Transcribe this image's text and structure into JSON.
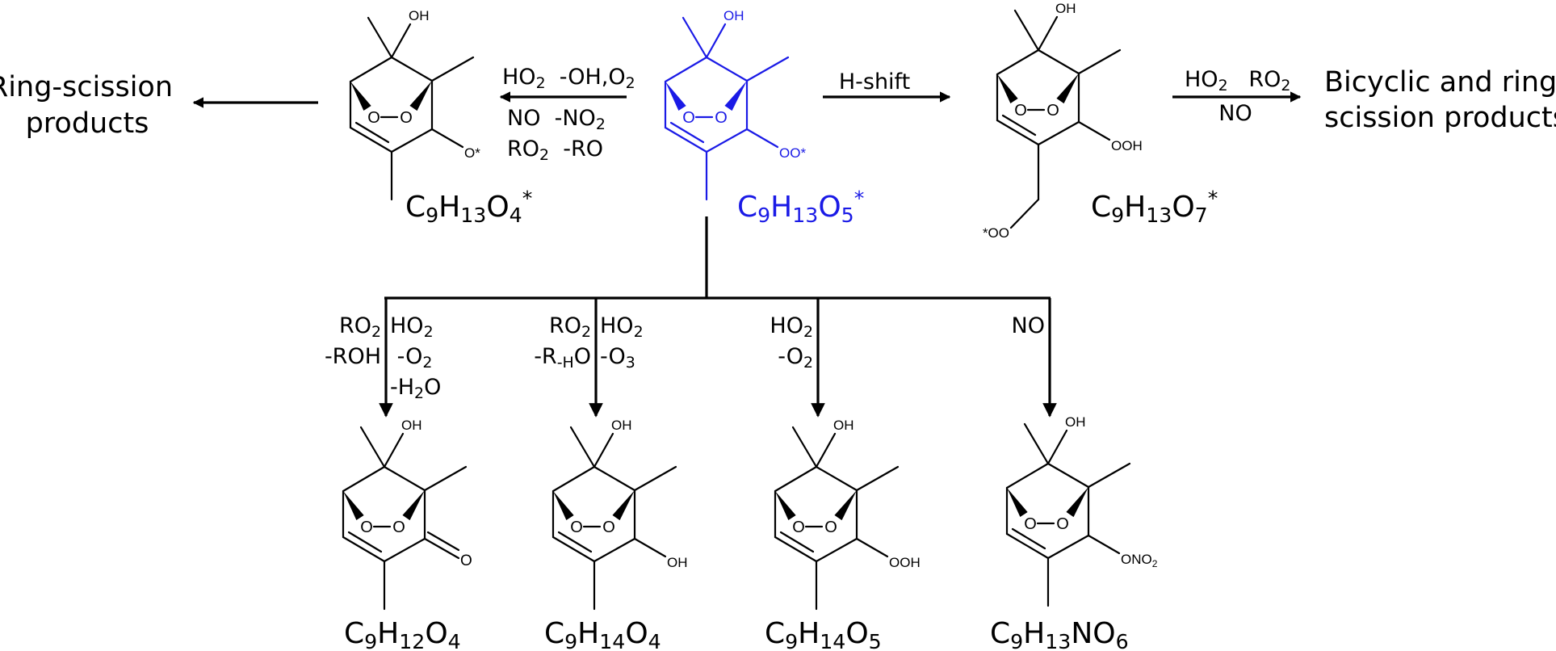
{
  "colors": {
    "ink": "#000000",
    "highlight": "#1a1ae6",
    "background": "#ffffff"
  },
  "left_product": {
    "line1": "Ring-scission",
    "line2": "products"
  },
  "right_product": {
    "line1": "Bicyclic and ring-",
    "line2": "scission products"
  },
  "reactions": {
    "to_alkoxy": {
      "direction": "left",
      "lines": [
        [
          {
            "t": "HO"
          },
          {
            "t": "2",
            "sub": true
          },
          {
            "t": "  -OH,O"
          },
          {
            "t": "2",
            "sub": true
          }
        ],
        [
          {
            "t": "NO  -NO"
          },
          {
            "t": "2",
            "sub": true
          }
        ],
        [
          {
            "t": "RO"
          },
          {
            "t": "2",
            "sub": true
          },
          {
            "t": "  -RO"
          }
        ]
      ]
    },
    "alkoxy_to_scission": {
      "direction": "left"
    },
    "h_shift": {
      "direction": "right",
      "label": "H-shift"
    },
    "to_bicyclic": {
      "direction": "right",
      "above": [
        {
          "t": "HO"
        },
        {
          "t": "2",
          "sub": true
        },
        {
          "t": "   RO"
        },
        {
          "t": "2",
          "sub": true
        }
      ],
      "below": [
        {
          "t": "NO"
        }
      ]
    }
  },
  "molecules": {
    "alkoxy": {
      "name": "C9H13O4*",
      "formula": [
        {
          "t": "C"
        },
        {
          "t": "9",
          "sub": true
        },
        {
          "t": "H"
        },
        {
          "t": "13",
          "sub": true
        },
        {
          "t": "O"
        },
        {
          "t": "4",
          "sub": true
        },
        {
          "t": "*",
          "sup": true
        }
      ],
      "labels": {
        "oh": "OH",
        "o_left": "O",
        "o_right": "O",
        "substituent": "O*"
      },
      "substituent": "alkoxy",
      "highlight": false
    },
    "peroxy": {
      "name": "C9H13O5*",
      "formula": [
        {
          "t": "C"
        },
        {
          "t": "9",
          "sub": true
        },
        {
          "t": "H"
        },
        {
          "t": "13",
          "sub": true
        },
        {
          "t": "O"
        },
        {
          "t": "5",
          "sub": true
        },
        {
          "t": "*",
          "sup": true
        }
      ],
      "labels": {
        "oh": "OH",
        "o_left": "O",
        "o_right": "O",
        "substituent": "OO*"
      },
      "substituent": "peroxy",
      "highlight": true
    },
    "hshift": {
      "name": "C9H13O7*",
      "formula": [
        {
          "t": "C"
        },
        {
          "t": "9",
          "sub": true
        },
        {
          "t": "H"
        },
        {
          "t": "13",
          "sub": true
        },
        {
          "t": "O"
        },
        {
          "t": "7",
          "sub": true
        },
        {
          "t": "*",
          "sup": true
        }
      ],
      "labels": {
        "oh": "OH",
        "o_left": "O",
        "o_right": "O",
        "substituent": "OOH",
        "tail": "*OO"
      },
      "substituent": "hydroperoxide",
      "highlight": false
    }
  },
  "branches": [
    {
      "left_conditions": [
        [
          {
            "t": "RO"
          },
          {
            "t": "2",
            "sub": true
          }
        ],
        [
          {
            "t": "-ROH"
          }
        ]
      ],
      "right_conditions": [
        [
          {
            "t": "HO"
          },
          {
            "t": "2",
            "sub": true
          }
        ],
        [
          {
            "t": " -O"
          },
          {
            "t": "2",
            "sub": true
          }
        ],
        [
          {
            "t": "-H"
          },
          {
            "t": "2",
            "sub": true
          },
          {
            "t": "O"
          }
        ]
      ],
      "product": {
        "name": "C9H12O4",
        "formula": [
          {
            "t": "C"
          },
          {
            "t": "9",
            "sub": true
          },
          {
            "t": "H"
          },
          {
            "t": "12",
            "sub": true
          },
          {
            "t": "O"
          },
          {
            "t": "4",
            "sub": true
          }
        ],
        "labels": {
          "oh": "OH",
          "o_left": "O",
          "o_right": "O",
          "substituent": "O"
        },
        "substituent": "ketone"
      }
    },
    {
      "left_conditions": [
        [
          {
            "t": "RO"
          },
          {
            "t": "2",
            "sub": true
          }
        ],
        [
          {
            "t": "-R"
          },
          {
            "t": "-H",
            "sub": true
          },
          {
            "t": "O"
          }
        ]
      ],
      "right_conditions": [
        [
          {
            "t": "HO"
          },
          {
            "t": "2",
            "sub": true
          }
        ],
        [
          {
            "t": "-O"
          },
          {
            "t": "3",
            "sub": true
          }
        ]
      ],
      "product": {
        "name": "C9H14O4",
        "formula": [
          {
            "t": "C"
          },
          {
            "t": "9",
            "sub": true
          },
          {
            "t": "H"
          },
          {
            "t": "14",
            "sub": true
          },
          {
            "t": "O"
          },
          {
            "t": "4",
            "sub": true
          }
        ],
        "labels": {
          "oh": "OH",
          "o_left": "O",
          "o_right": "O",
          "substituent": "OH"
        },
        "substituent": "alcohol"
      }
    },
    {
      "left_conditions": [
        [
          {
            "t": "HO"
          },
          {
            "t": "2",
            "sub": true
          }
        ],
        [
          {
            "t": "-O"
          },
          {
            "t": "2",
            "sub": true
          }
        ]
      ],
      "right_conditions": [],
      "product": {
        "name": "C9H14O5",
        "formula": [
          {
            "t": "C"
          },
          {
            "t": "9",
            "sub": true
          },
          {
            "t": "H"
          },
          {
            "t": "14",
            "sub": true
          },
          {
            "t": "O"
          },
          {
            "t": "5",
            "sub": true
          }
        ],
        "labels": {
          "oh": "OH",
          "o_left": "O",
          "o_right": "O",
          "substituent": "OOH"
        },
        "substituent": "hydroperoxide"
      }
    },
    {
      "left_conditions": [
        [
          {
            "t": "NO"
          }
        ]
      ],
      "right_conditions": [],
      "product": {
        "name": "C9H13NO6",
        "formula": [
          {
            "t": "C"
          },
          {
            "t": "9",
            "sub": true
          },
          {
            "t": "H"
          },
          {
            "t": "13",
            "sub": true
          },
          {
            "t": "N"
          },
          {
            "t": "O"
          },
          {
            "t": "6",
            "sub": true
          }
        ],
        "labels": {
          "oh": "OH",
          "o_left": "O",
          "o_right": "O",
          "substituent": "ONO2"
        },
        "substituent": "nitrate"
      }
    }
  ]
}
